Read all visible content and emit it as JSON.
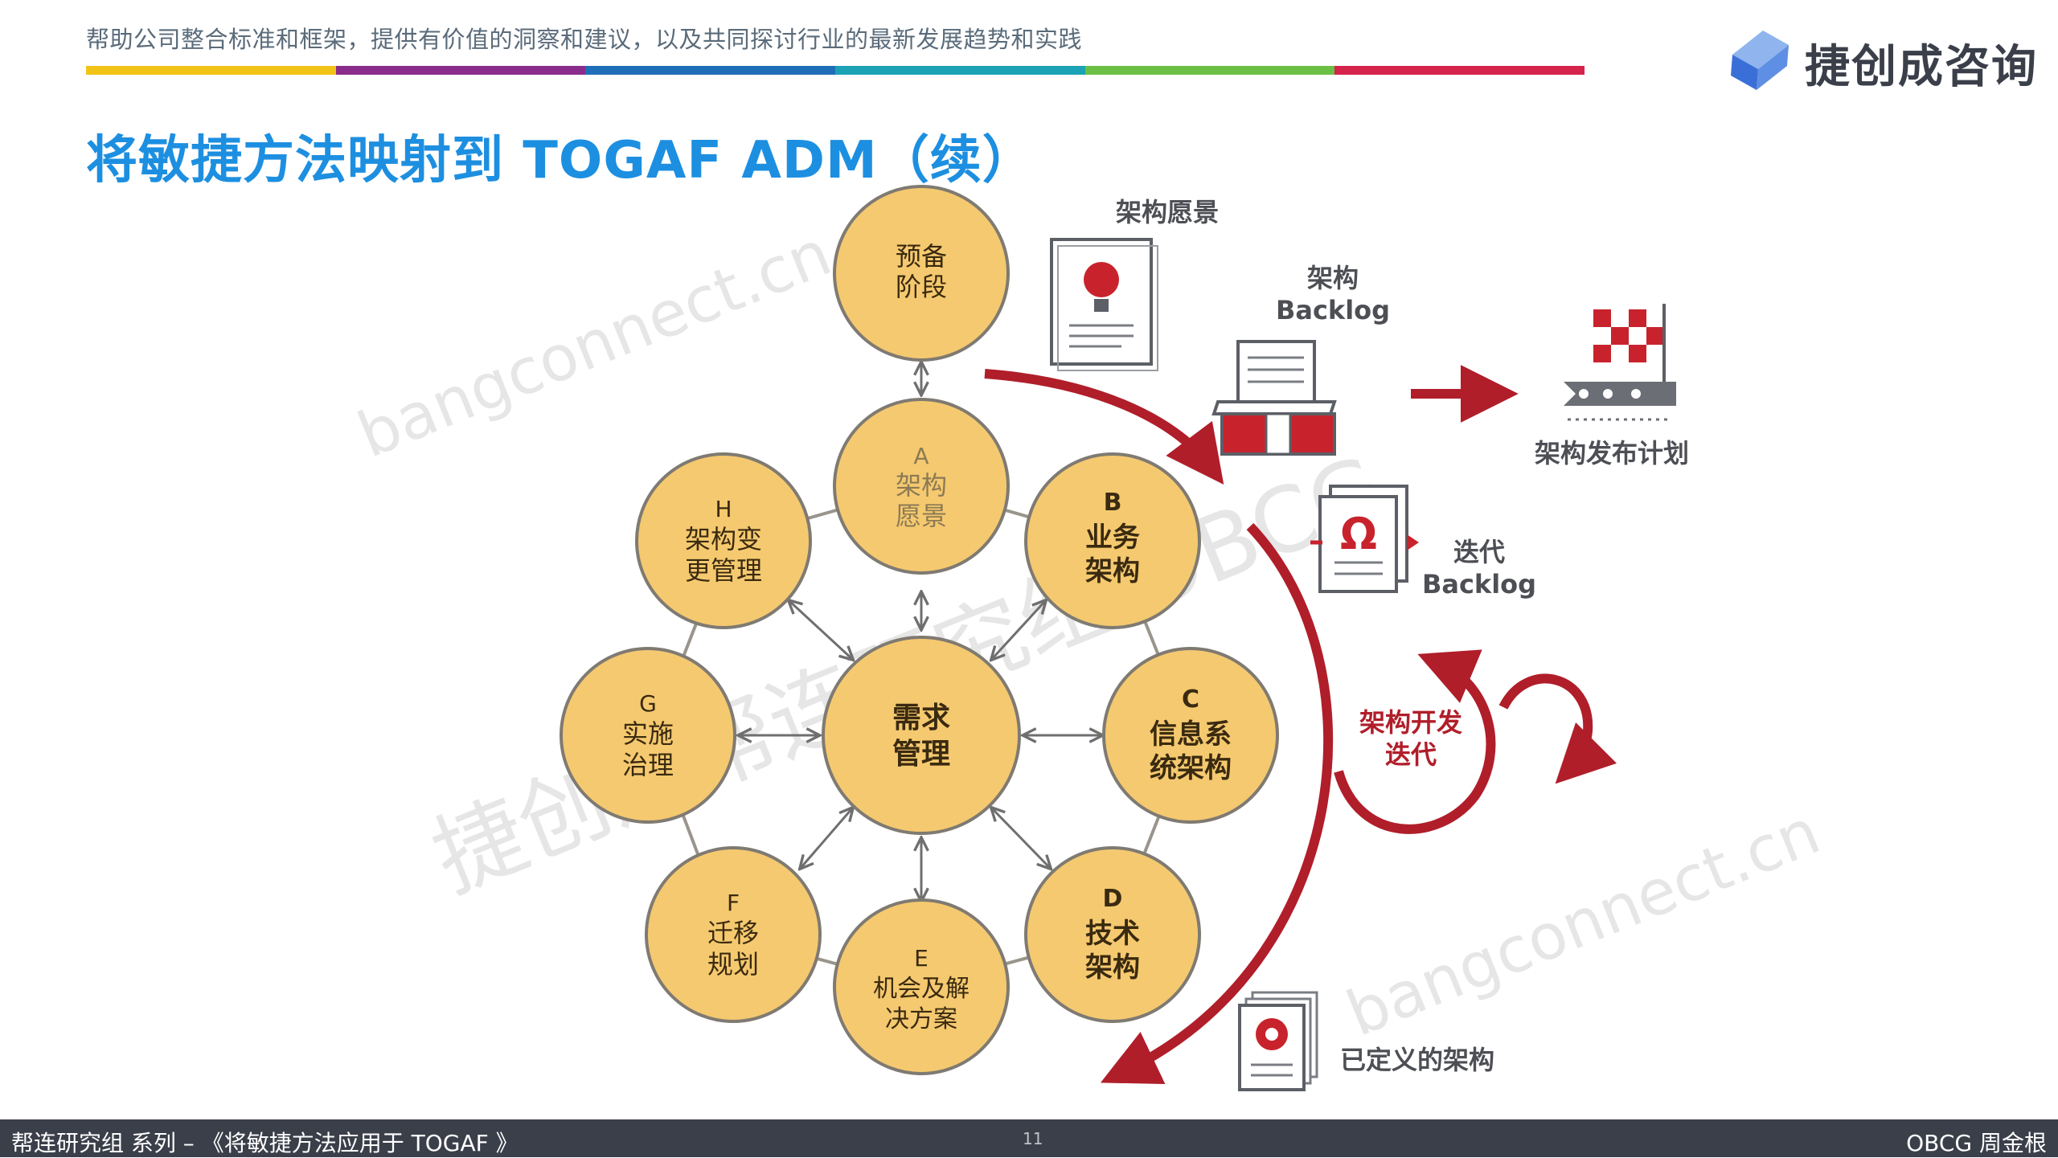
{
  "header": {
    "tagline": "帮助公司整合标准和框架，提供有价值的洞察和建议，以及共同探讨行业的最新发展趋势和实践",
    "color_bar": [
      "#f2c417",
      "#8a2c8c",
      "#1e6fb8",
      "#1ba2b4",
      "#6cbf45",
      "#d5234b"
    ],
    "logo_text": "捷创成咨询",
    "logo_colors": [
      "#3b6fd8",
      "#8fb4ee",
      "#5f8fe5"
    ]
  },
  "title": "将敏捷方法映射到 TOGAF ADM（续）",
  "adm": {
    "preliminary": [
      "预备",
      "阶段"
    ],
    "center": [
      "需求",
      "管理"
    ],
    "A": {
      "letter": "A",
      "lines": [
        "架构",
        "愿景"
      ]
    },
    "B": {
      "letter": "B",
      "lines": [
        "业务",
        "架构"
      ]
    },
    "C": {
      "letter": "C",
      "lines": [
        "信息系",
        "统架构"
      ]
    },
    "D": {
      "letter": "D",
      "lines": [
        "技术",
        "架构"
      ]
    },
    "E": {
      "letter": "E",
      "lines": [
        "机会及解",
        "决方案"
      ]
    },
    "F": {
      "letter": "F",
      "lines": [
        "迁移",
        "规划"
      ]
    },
    "G": {
      "letter": "G",
      "lines": [
        "实施",
        "治理"
      ]
    },
    "H": {
      "letter": "H",
      "lines": [
        "架构变",
        "更管理"
      ]
    },
    "node_fill": "#f5c96f",
    "node_stroke": "#7f7a72"
  },
  "agile": {
    "vision": "架构愿景",
    "arch_backlog": [
      "架构",
      "Backlog"
    ],
    "release_plan": "架构发布计划",
    "iter_backlog": [
      "迭代",
      "Backlog"
    ],
    "dev_iteration": [
      "架构开发",
      "迭代"
    ],
    "defined_arch": "已定义的架构",
    "accent": "#b01e2a"
  },
  "watermarks": [
    "bangconnect.cn",
    "捷创成帮连研究组 OBCG",
    "bangconnect.cn"
  ],
  "footer": {
    "left": "帮连研究组 系列 – 《将敏捷方法应用于 TOGAF 》",
    "page": "11",
    "right": "OBCG 周金根"
  }
}
